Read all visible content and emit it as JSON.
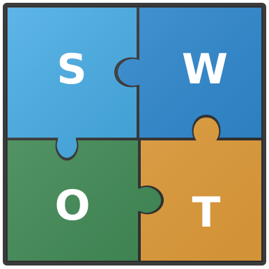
{
  "pieces": [
    {
      "id": "s",
      "letter": "S",
      "color": "#3aa6e2"
    },
    {
      "id": "w",
      "letter": "W",
      "color": "#2a88d2"
    },
    {
      "id": "o",
      "letter": "O",
      "color": "#3f8c55"
    },
    {
      "id": "t",
      "letter": "T",
      "color": "#e9a23c"
    }
  ],
  "border_color": "#3b3b3b"
}
